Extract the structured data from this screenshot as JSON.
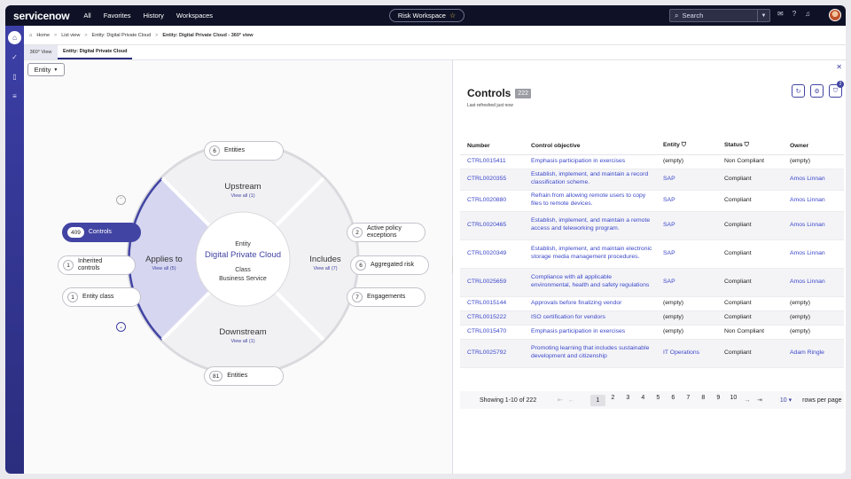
{
  "topbar": {
    "logo": "servicenow",
    "nav": [
      "All",
      "Favorites",
      "History",
      "Workspaces"
    ],
    "workspace": "Risk Workspace",
    "search_placeholder": "Search"
  },
  "breadcrumbs": [
    "Home",
    "List view",
    "Entity: Digital Private Cloud",
    "Entity: Digital Private Cloud - 360° view"
  ],
  "tabs": [
    "360° View",
    "Entity: Digital Private Cloud"
  ],
  "left": {
    "entity_button": "Entity",
    "upstream": {
      "label": "Upstream",
      "view_all": "View all (1)",
      "count": "6",
      "item": "Entities"
    },
    "downstream": {
      "label": "Downstream",
      "view_all": "View all (1)",
      "count": "81",
      "item": "Entities"
    },
    "applies_to": {
      "label": "Applies to",
      "view_all": "View all (5)"
    },
    "includes": {
      "label": "Includes",
      "view_all": "View all (7)"
    },
    "center": {
      "type": "Entity",
      "name": "Digital Private Cloud",
      "class_label": "Class",
      "class_value": "Business Service"
    },
    "applies_items": [
      {
        "count": "409",
        "label": "Controls"
      },
      {
        "count": "1",
        "label": "Inherited controls"
      },
      {
        "count": "1",
        "label": "Entity class"
      }
    ],
    "includes_items": [
      {
        "count": "2",
        "label": "Active policy exceptions"
      },
      {
        "count": "6",
        "label": "Aggregated risk"
      },
      {
        "count": "7",
        "label": "Engagements"
      }
    ]
  },
  "controls": {
    "title": "Controls",
    "count": "222",
    "refreshed": "Last refreshed just now",
    "columns": [
      "Number",
      "Control objective",
      "Entity",
      "Status",
      "Owner"
    ],
    "rows": [
      {
        "number": "CTRL0015411",
        "objective": "Emphasis participation in exercises",
        "entity": "(empty)",
        "status": "Non Compliant",
        "owner": "(empty)"
      },
      {
        "number": "CTRL0020355",
        "objective": "Establish, implement, and maintain a record classification scheme.",
        "entity": "SAP",
        "status": "Compliant",
        "owner": "Amos Linnan"
      },
      {
        "number": "CTRL0020880",
        "objective": "Refrain from allowing remote users to copy files to remote devices.",
        "entity": "SAP",
        "status": "Compliant",
        "owner": "Amos Linnan"
      },
      {
        "number": "CTRL0020465",
        "objective": "Establish, implement, and maintain a remote access and teleworking program.",
        "entity": "SAP",
        "status": "Compliant",
        "owner": "Amos Linnan"
      },
      {
        "number": "CTRL0020349",
        "objective": "Establish, implement, and maintain electronic storage media management procedures.",
        "entity": "SAP",
        "status": "Compliant",
        "owner": "Amos Linnan"
      },
      {
        "number": "CTRL0025659",
        "objective": "Compliance with all applicable environmental, health and safety regulations",
        "entity": "SAP",
        "status": "Compliant",
        "owner": "Amos Linnan"
      },
      {
        "number": "CTRL0015144",
        "objective": "Approvals before finalizing vendor",
        "entity": "(empty)",
        "status": "Compliant",
        "owner": "(empty)"
      },
      {
        "number": "CTRL0015222",
        "objective": "ISO certification for vendors",
        "entity": "(empty)",
        "status": "Compliant",
        "owner": "(empty)"
      },
      {
        "number": "CTRL0015470",
        "objective": "Emphasis participation in exercises",
        "entity": "(empty)",
        "status": "Non Compliant",
        "owner": "(empty)"
      },
      {
        "number": "CTRL0025792",
        "objective": "Promoting learning that includes sustainable development and citizenship",
        "entity": "IT Operations",
        "status": "Compliant",
        "owner": "Adam Ringle"
      }
    ],
    "pager": {
      "showing": "Showing 1-10 of 222",
      "pages": [
        "1",
        "2",
        "3",
        "4",
        "5",
        "6",
        "7",
        "8",
        "9",
        "10"
      ],
      "rows_per_page": "10",
      "rows_label": "rows per page"
    }
  },
  "colors": {
    "accent": "#4244a3",
    "topbar": "#0f1226",
    "link": "#3b47c8"
  }
}
